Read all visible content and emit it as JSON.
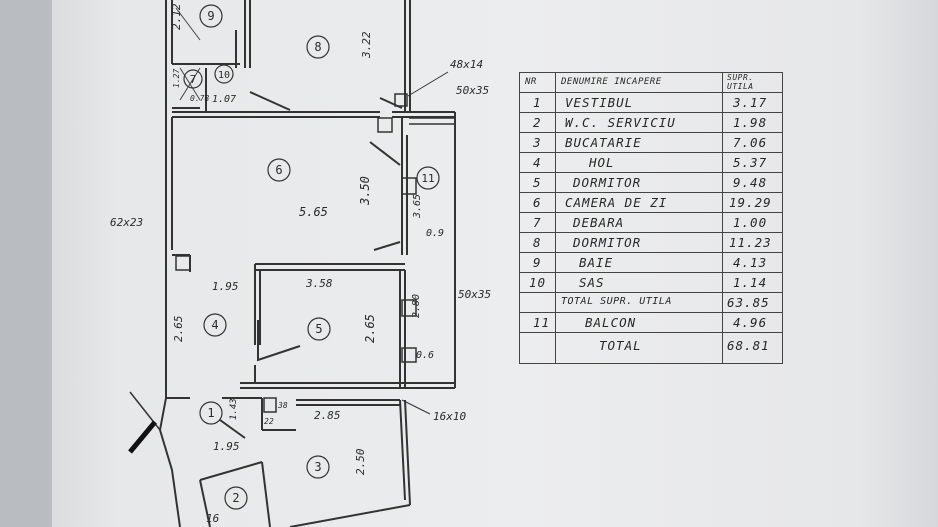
{
  "rooms": [
    {
      "no": "1",
      "label": "1"
    },
    {
      "no": "2",
      "label": "2"
    },
    {
      "no": "3",
      "label": "3"
    },
    {
      "no": "4",
      "label": "4"
    },
    {
      "no": "5",
      "label": "5"
    },
    {
      "no": "6",
      "label": "6"
    },
    {
      "no": "7",
      "label": "7"
    },
    {
      "no": "8",
      "label": "8"
    },
    {
      "no": "9",
      "label": "9"
    },
    {
      "no": "10",
      "label": "10"
    },
    {
      "no": "11",
      "label": "11"
    }
  ],
  "dimensions": {
    "d_2_12": "2.12",
    "d_3_22": "3.22",
    "d_1_07": "1.07",
    "d_1_27": "1.27",
    "d_0_78": "0.78",
    "d_5_65": "5.65",
    "d_3_50": "3.50",
    "d_3_65": "3.65",
    "d_0_9": "0.9",
    "d_1_95a": "1.95",
    "d_3_58": "3.58",
    "d_2_65a": "2.65",
    "d_2_65b": "2.65",
    "d_2_80": "2.80",
    "d_0_6": "0.6",
    "d_1_43": "1.43",
    "d_1_95b": "1.95",
    "d_2_85": "2.85",
    "d_2_50": "2.50",
    "d_22": "22",
    "d_38": "38",
    "d_16": "16"
  },
  "openings": {
    "o_48x14": "48x14",
    "o_50x35a": "50x35",
    "o_62x23": "62x23",
    "o_50x35b": "50x35",
    "o_16x10": "16x10"
  },
  "table": {
    "headers": {
      "nr": "NR",
      "name": "DENUMIRE INCAPERE",
      "area_top": "SUPR.",
      "area_bottom": "UTILA"
    },
    "rows": [
      {
        "nr": "1",
        "name": "VESTIBUL",
        "area": "3.17"
      },
      {
        "nr": "2",
        "name": "W.C. SERVICIU",
        "area": "1.98"
      },
      {
        "nr": "3",
        "name": "BUCATARIE",
        "area": "7.06"
      },
      {
        "nr": "4",
        "name": "HOL",
        "area": "5.37"
      },
      {
        "nr": "5",
        "name": "DORMITOR",
        "area": "9.48"
      },
      {
        "nr": "6",
        "name": "CAMERA DE ZI",
        "area": "19.29"
      },
      {
        "nr": "7",
        "name": "DEBARA",
        "area": "1.00"
      },
      {
        "nr": "8",
        "name": "DORMITOR",
        "area": "11.23"
      },
      {
        "nr": "9",
        "name": "BAIE",
        "area": "4.13"
      },
      {
        "nr": "10",
        "name": "SAS",
        "area": "1.14"
      }
    ],
    "total_util_label": "TOTAL SUPR. UTILA",
    "total_util_value": "63.85",
    "balcony": {
      "nr": "11",
      "name": "BALCON",
      "area": "4.96"
    },
    "total_label": "TOTAL",
    "total_value": "68.81"
  }
}
